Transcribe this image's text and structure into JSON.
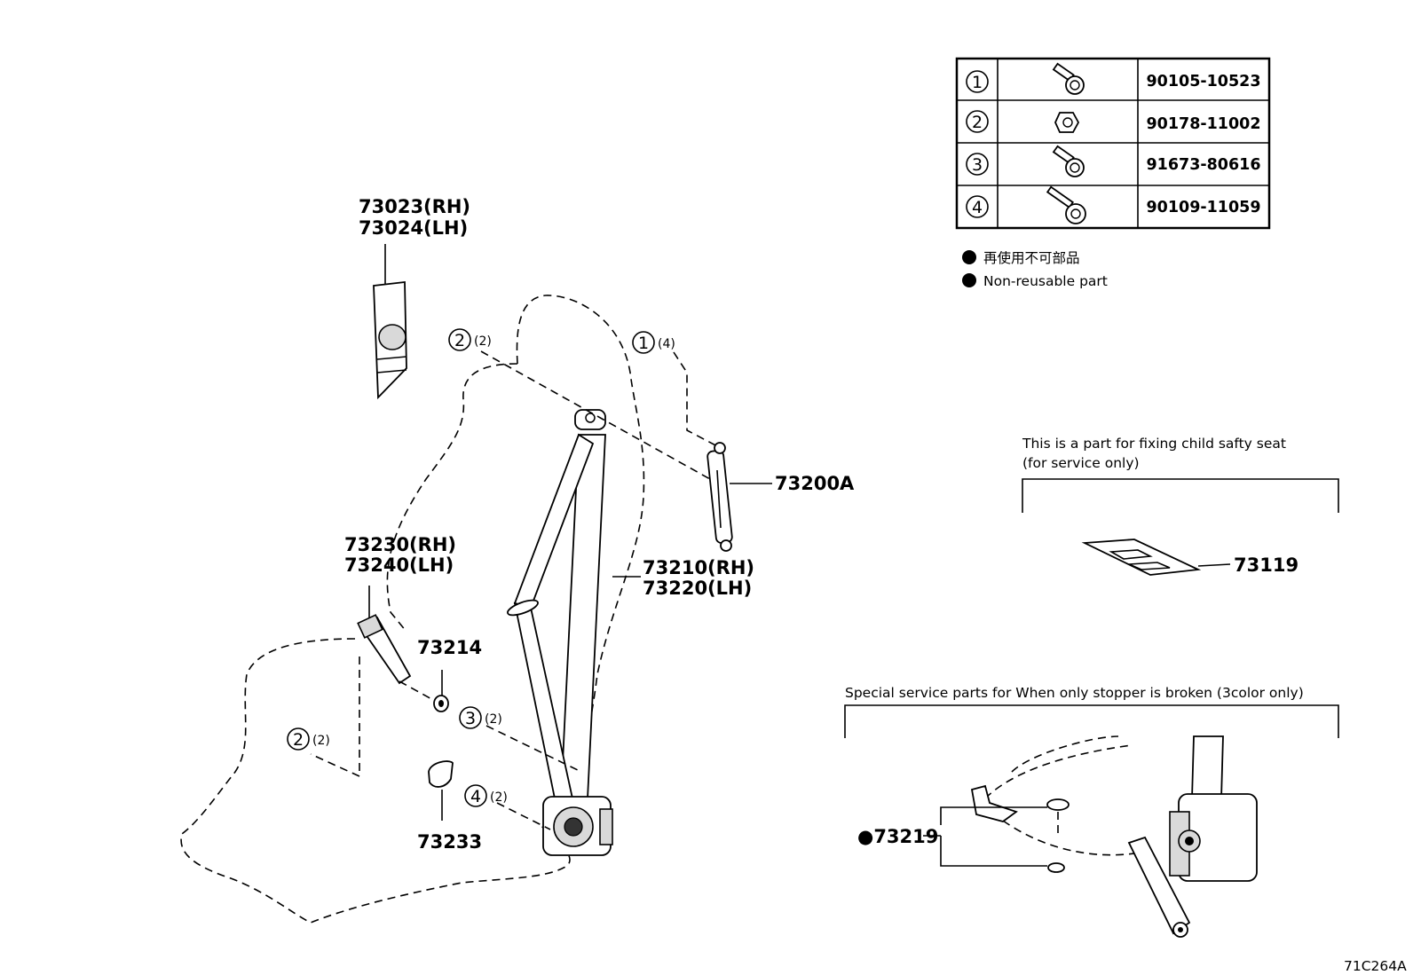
{
  "fastener_table": {
    "rows": [
      {
        "ref": "1",
        "icon": "flange-bolt-icon",
        "part_no": "90105-10523"
      },
      {
        "ref": "2",
        "icon": "nut-icon",
        "part_no": "90178-11002"
      },
      {
        "ref": "3",
        "icon": "flange-bolt-icon",
        "part_no": "91673-80616"
      },
      {
        "ref": "4",
        "icon": "shoulder-bolt-icon",
        "part_no": "90109-11059"
      }
    ]
  },
  "legend": {
    "japanese": "再使用不可部品",
    "english": "Non-reusable part"
  },
  "callouts": {
    "cover_rh": "73023(RH)",
    "cover_lh": "73024(LH)",
    "adjuster": "73200A",
    "buckle_rh": "73230(RH)",
    "buckle_lh": "73240(LH)",
    "belt_rh": "73210(RH)",
    "belt_lh": "73220(LH)",
    "washer": "73214",
    "guide": "73233",
    "plate": "73119",
    "stopper": "●73219"
  },
  "fastener_callouts": [
    {
      "ref": "2",
      "qty": "(2)"
    },
    {
      "ref": "1",
      "qty": "(4)"
    },
    {
      "ref": "3",
      "qty": "(2)"
    },
    {
      "ref": "4",
      "qty": "(2)"
    },
    {
      "ref": "2",
      "qty": "(2)"
    }
  ],
  "notes": {
    "child_seat_line1": "This is a part for fixing child safty seat",
    "child_seat_line2": "(for service only)",
    "special_service": "Special service parts for When only stopper is broken (3color only)"
  },
  "figure_code": "71C264A"
}
